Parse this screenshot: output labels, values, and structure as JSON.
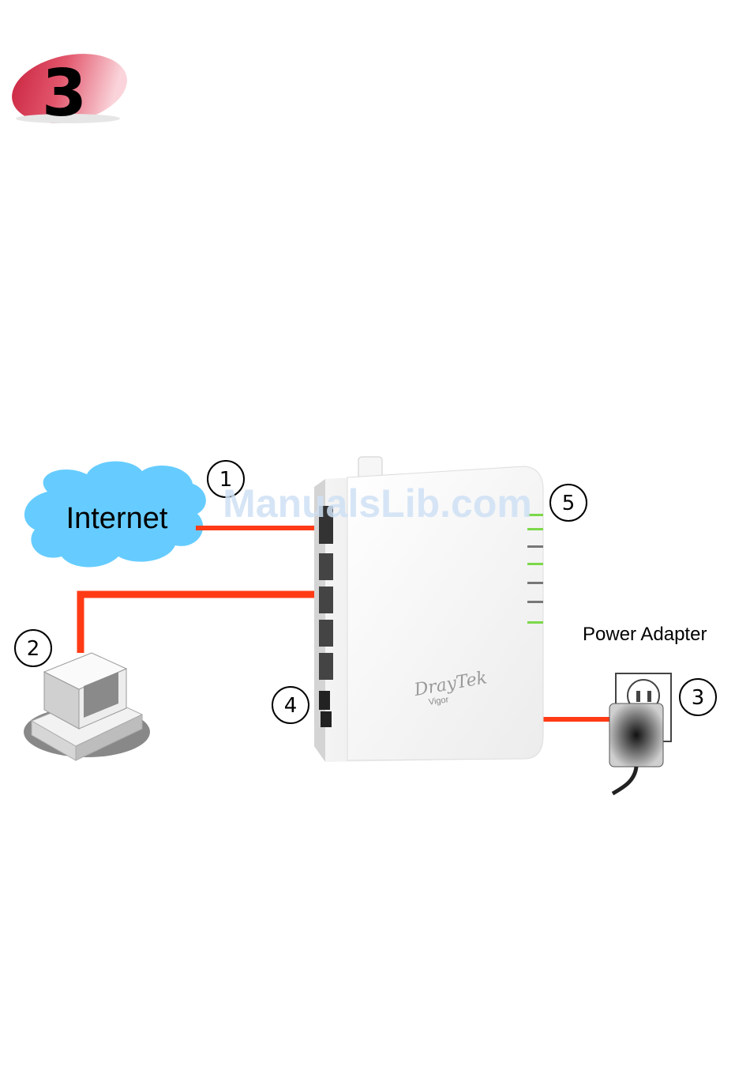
{
  "step": {
    "number": "3"
  },
  "cloud": {
    "label": "Internet"
  },
  "power": {
    "label": "Power Adapter"
  },
  "router": {
    "brand": "DrayTek",
    "model": "Vigor"
  },
  "callouts": {
    "c1": "1",
    "c2": "2",
    "c3": "3",
    "c4": "4",
    "c5": "5"
  },
  "watermark": "ManualsLib.com",
  "colors": {
    "cable": "#ff3b16",
    "cloud": "#66ccff",
    "badge": "#d6324a",
    "led": "#7cd84a"
  }
}
